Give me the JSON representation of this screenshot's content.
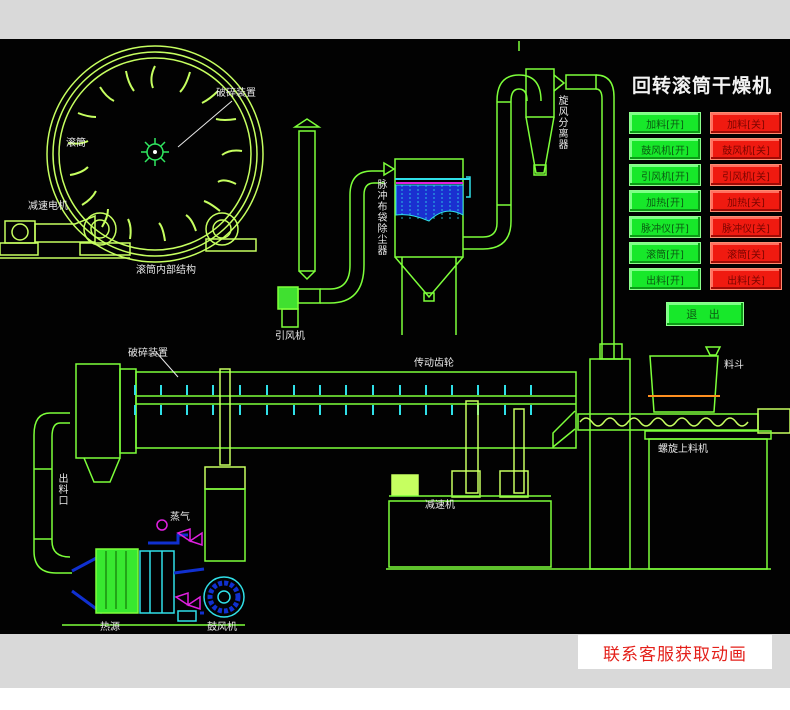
{
  "title": "回转滚筒干燥机",
  "controls": {
    "buttons": [
      {
        "on": "加料[开]",
        "off": "加料[关]"
      },
      {
        "on": "鼓风机[开]",
        "off": "鼓风机[关]"
      },
      {
        "on": "引风机[开]",
        "off": "引风机[关]"
      },
      {
        "on": "加热[开]",
        "off": "加热[关]"
      },
      {
        "on": "脉冲仪[开]",
        "off": "脉冲仪[关]"
      },
      {
        "on": "滚筒[开]",
        "off": "滚筒[关]"
      },
      {
        "on": "出料[开]",
        "off": "出料[关]"
      }
    ],
    "exit": "退 出"
  },
  "labels": {
    "crusher_top": "破碎装置",
    "drum": "滚筒",
    "reducer_motor": "减速电机",
    "drum_internal": "滚筒内部结构",
    "cyclone": "旋风分离器",
    "bag_filter": "脉冲布袋除尘器",
    "induced_fan": "引风机",
    "crusher_main": "破碎装置",
    "transmission_gear": "传动齿轮",
    "hopper": "料斗",
    "screw_feeder": "螺旋上料机",
    "outlet": "出料口",
    "reducer": "减速机",
    "steam": "蒸气",
    "heat_source": "热源",
    "blower": "鼓风机"
  },
  "contact": "联系客服获取动画",
  "colors": {
    "line": "#7dff3a",
    "line_light": "#c6ff60",
    "cyan": "#30e0e8",
    "blue": "#1030d0",
    "magenta": "#e020e0",
    "orange": "#ff9020",
    "on": "#17e82a",
    "off": "#f01a10"
  }
}
